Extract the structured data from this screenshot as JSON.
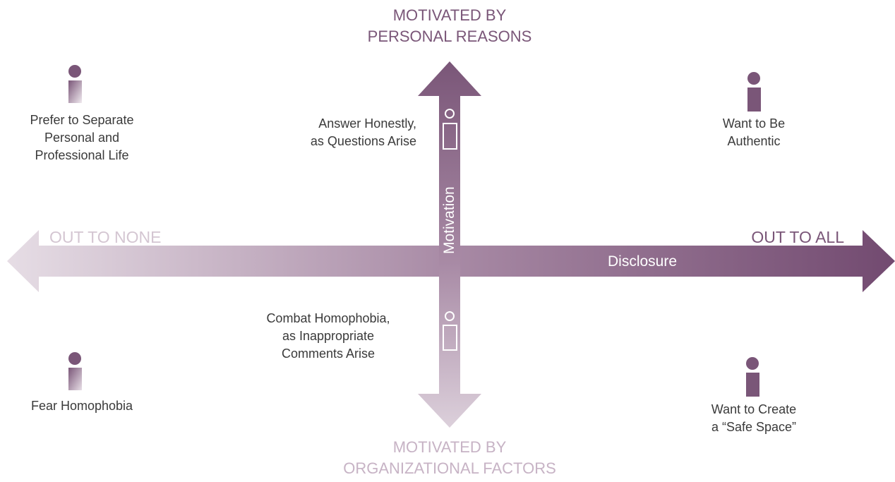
{
  "colors": {
    "primary": "#7a5678",
    "light": "#dcd0db",
    "text": "#3a3a3a"
  },
  "top_pole": "MOTIVATED BY\nPERSONAL REASONS",
  "bottom_pole": "MOTIVATED BY\nORGANIZATIONAL FACTORS",
  "left_end": "OUT TO NONE",
  "right_end": "OUT TO ALL",
  "horizontal_axis_label": "Disclosure",
  "vertical_axis_label": "Motivation",
  "quadrants": {
    "top_left": "Prefer to Separate\nPersonal and\nProfessional Life",
    "top_right": "Want to Be\nAuthentic",
    "bottom_left": "Fear Homophobia",
    "bottom_right": "Want to Create\na “Safe Space”"
  },
  "axis_notes": {
    "upper": "Answer Honestly,\nas Questions Arise",
    "lower": "Combat Homophobia,\nas Inappropriate\nComments Arise"
  },
  "icons": [
    "person-icon-top-left",
    "person-icon-top-right",
    "person-icon-bottom-left",
    "person-icon-bottom-right",
    "person-outline-icon-upper",
    "person-outline-icon-lower"
  ]
}
